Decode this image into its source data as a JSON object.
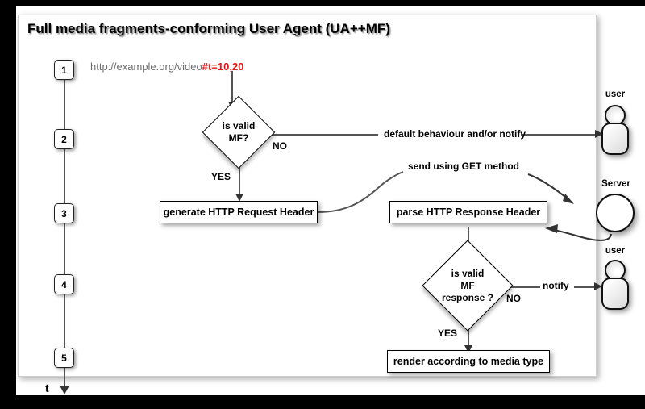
{
  "panel": {
    "title": "Full media fragments-conforming User Agent (UA++MF)"
  },
  "url_line": {
    "base": "http://example.org/video",
    "fragment": "#t=10,20",
    "fragment_color": "#ee1111",
    "base_color": "#6e6e6e"
  },
  "timeline": {
    "axis_label": "t",
    "markers": [
      {
        "label": "1"
      },
      {
        "label": "2"
      },
      {
        "label": "3"
      },
      {
        "label": "4"
      },
      {
        "label": "5"
      }
    ]
  },
  "nodes": {
    "decision_valid_mf": {
      "lines": [
        "is valid",
        "MF?"
      ]
    },
    "generate_header": {
      "label": "generate HTTP Request Header"
    },
    "parse_header": {
      "label": "parse HTTP Response Header"
    },
    "decision_valid_response": {
      "lines": [
        "is valid",
        "MF",
        "response ?"
      ]
    },
    "render": {
      "label": "render according to media type"
    }
  },
  "edges": {
    "yes_1": "YES",
    "no_1": "NO",
    "default_behaviour": "default behaviour and/or notify",
    "send_get": "send using GET method",
    "yes_2": "YES",
    "no_2": "NO",
    "notify": "notify"
  },
  "actors": {
    "user_top": "user",
    "server": "Server",
    "user_bottom": "user"
  }
}
